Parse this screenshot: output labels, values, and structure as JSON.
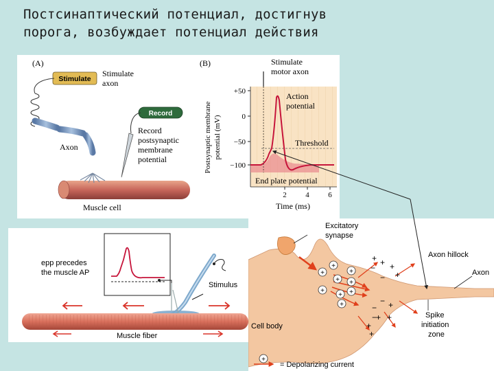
{
  "title": {
    "line1": "Постсинаптический потенциал, достигнув",
    "line2": "порога, возбуждает потенциал действия"
  },
  "figure_a": {
    "panel_label": "(A)",
    "stimulate_box": "Stimulate",
    "stimulate_axon_1": "Stimulate",
    "stimulate_axon_2": "axon",
    "record_box": "Record",
    "record_label_1": "Record",
    "record_label_2": "postsynaptic",
    "record_label_3": "membrane",
    "record_label_4": "potential",
    "axon_label": "Axon",
    "muscle_cell_label": "Muscle cell"
  },
  "figure_b": {
    "panel_label": "(B)",
    "stimulate_motor_1": "Stimulate",
    "stimulate_motor_2": "motor axon",
    "ylabel_1": "Postsynaptic membrane",
    "ylabel_2": "potential (mV)",
    "yticks": [
      "+50",
      "0",
      "−50",
      "−100"
    ],
    "xticks": [
      "2",
      "4",
      "6"
    ],
    "xlabel": "Time (ms)",
    "action_potential_1": "Action",
    "action_potential_2": "potential",
    "threshold": "Threshold",
    "end_plate": "End plate potential"
  },
  "figure_c": {
    "epp_1": "epp precedes",
    "epp_2": "the muscle AP",
    "stimulus": "Stimulus",
    "muscle_fiber": "Muscle fiber"
  },
  "figure_d": {
    "excitatory_1": "Excitatory",
    "excitatory_2": "synapse",
    "axon_hillock": "Axon hillock",
    "axon": "Axon",
    "cell_body": "Cell body",
    "spike_1": "Spike",
    "spike_2": "initiation",
    "spike_3": "zone",
    "legend": "= Depolarizing current",
    "plus": "+",
    "minus": "−"
  },
  "colors": {
    "background": "#c5e4e3",
    "plot_fill": "#f9e3c4",
    "trace_red": "#c6143a",
    "cell_fill": "#f3c7a1",
    "arrow_red": "#e0401c",
    "nerve_blue": "#7ea9cc"
  }
}
